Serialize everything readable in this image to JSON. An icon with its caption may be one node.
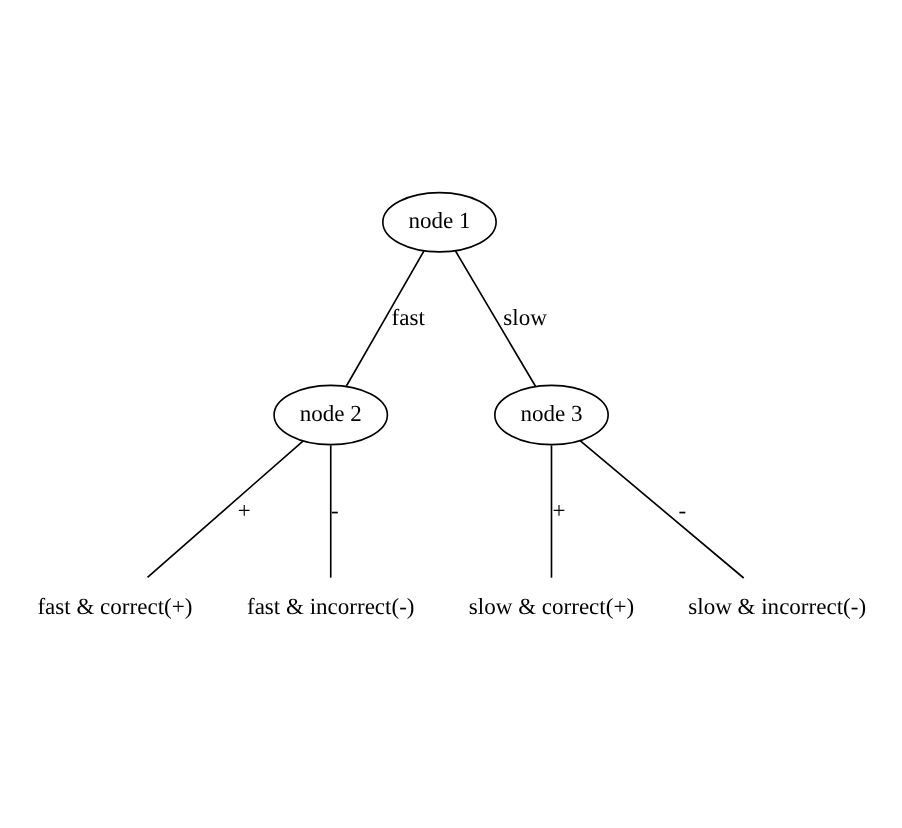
{
  "diagram": {
    "nodes": [
      {
        "text": [
          "node 1"
        ]
      },
      {
        "text": [
          "node 2"
        ]
      },
      {
        "text": [
          "node 3"
        ]
      },
      {
        "text": [
          "fast & correct(+)"
        ]
      },
      {
        "text": [
          "fast & incorrect(-)"
        ]
      },
      {
        "text": [
          "slow & correct(+)"
        ]
      },
      {
        "text": [
          "slow & incorrect(-)"
        ]
      }
    ],
    "edges": [
      {
        "from": 0,
        "to": 1,
        "arrow": "none",
        "label": "fast"
      },
      {
        "from": 0,
        "to": 2,
        "arrow": "none",
        "label": "slow"
      },
      {
        "from": 1,
        "to": 3,
        "arrow": "none",
        "label": "+"
      },
      {
        "from": 1,
        "to": 4,
        "arrow": "none",
        "label": "-"
      },
      {
        "from": 2,
        "to": 5,
        "arrow": "none",
        "label": "+"
      },
      {
        "from": 2,
        "to": 6,
        "arrow": "none",
        "label": "-"
      }
    ]
  }
}
